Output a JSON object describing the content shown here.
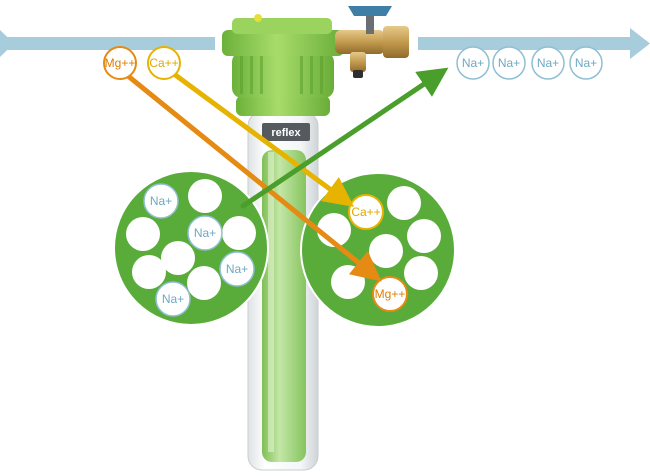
{
  "brand": {
    "logo_text": "reflex"
  },
  "colors": {
    "flow": "#a7ccdb",
    "na": "#8fbfd3",
    "mg": "#e58a12",
    "ca": "#e6b300",
    "exchange": "#4a9e2b",
    "resin": "#5aac3a",
    "housing": "#8fce4e"
  },
  "incoming_ions": [
    {
      "label": "Mg++",
      "kind": "mg"
    },
    {
      "label": "Ca++",
      "kind": "ca"
    }
  ],
  "outgoing_ions": [
    {
      "label": "Na+"
    },
    {
      "label": "Na+"
    },
    {
      "label": "Na+"
    },
    {
      "label": "Na+"
    }
  ],
  "left_resin": {
    "ions": [
      {
        "label": "Na+"
      },
      {
        "label": "Na+"
      },
      {
        "label": "Na+"
      },
      {
        "label": "Na+"
      }
    ]
  },
  "right_resin": {
    "ions": [
      {
        "label": "Ca++",
        "kind": "ca"
      },
      {
        "label": "Mg++",
        "kind": "mg"
      }
    ]
  }
}
